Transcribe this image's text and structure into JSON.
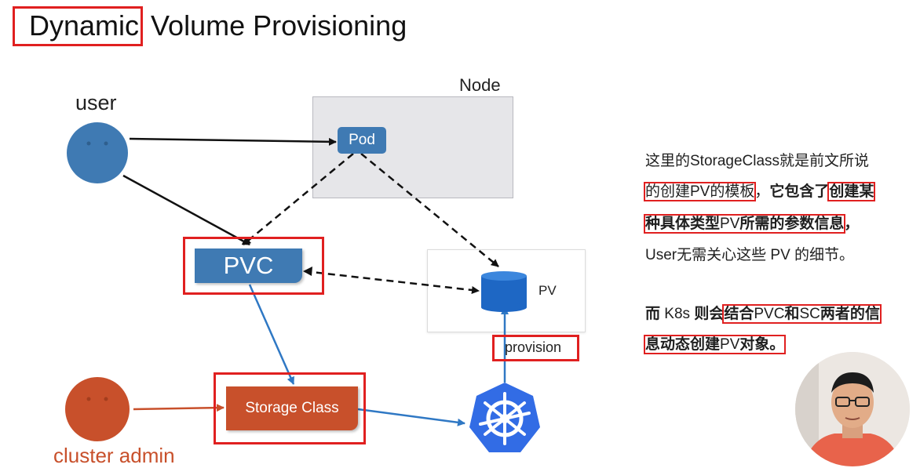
{
  "title": {
    "highlight": "Dynamic",
    "rest": " Volume Provisioning"
  },
  "diagram": {
    "node_label": "Node",
    "user_label": "user",
    "pod_label": "Pod",
    "pvc_label": "PVC",
    "pv_label": "PV",
    "provision_label": "provision",
    "storage_class_label": "Storage Class",
    "cluster_admin_label": "cluster admin"
  },
  "notes": {
    "line1": "这里的StorageClass就是前文所说",
    "line2_boxed": "的创建PV的模板",
    "line2_comma": "，",
    "line2_bold": "它包含了",
    "line2_bold_boxed": "创建某",
    "line3_bold_boxed_a": "种具体类型",
    "line3_normal": "PV",
    "line3_bold_boxed_b": "所需的参数信息",
    "line3_comma": "，",
    "line4": "User无需关心这些 PV 的细节。",
    "line5_bold_a": "而 ",
    "line5_normal_a": "K8s ",
    "line5_bold_b": "则会",
    "line5_boxed_a": "结合",
    "line5_boxed_normal_a": "PVC",
    "line5_boxed_b": "和",
    "line5_boxed_normal_b": "SC",
    "line5_boxed_c": "两者的信",
    "line6_bold_a": "息动态创建",
    "line6_normal": "PV",
    "line6_bold_b": "对象。"
  },
  "colors": {
    "blue": "#3f7ab3",
    "orange": "#c8502b",
    "highlight_red": "#e02020",
    "k8s_blue": "#326ce5"
  },
  "icons": [
    "kubernetes-helm-icon",
    "database-cylinder-icon",
    "mouse-cursor-icon"
  ]
}
